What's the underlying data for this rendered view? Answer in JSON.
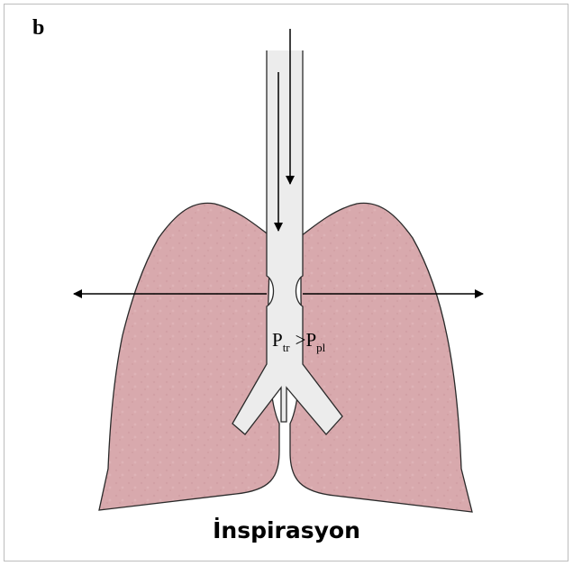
{
  "panel_label": "b",
  "pressure_label": {
    "p1": "P",
    "p1_sub": "tr",
    "relation": ">P",
    "p2_sub": "pl"
  },
  "caption": "İnspirasyon",
  "colors": {
    "lung_fill": "#d8a9ad",
    "lung_outline": "#2a2a2a",
    "airway_fill": "#ececec",
    "arrow": "#000000"
  }
}
